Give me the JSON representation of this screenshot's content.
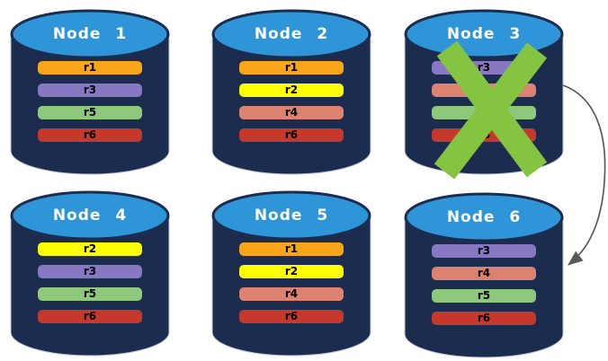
{
  "canvas": {
    "background": "#FFFFFF"
  },
  "colors": {
    "cylinder_body": "#1C2C4F",
    "cylinder_top": "#2E96D8",
    "cylinder_outline": "#C2C8D2",
    "node_title": "#FFFFFF",
    "bar_text": "#000000",
    "failure_x": "#85C440",
    "arrow": "#595959"
  },
  "replica_palette": {
    "r1": "#F9A51A",
    "r2": "#FFFF00",
    "r3": "#8878C3",
    "r4": "#DD8170",
    "r5": "#8EC87D",
    "r6": "#C4392B"
  },
  "nodes": [
    {
      "id": "node-1",
      "label": "Node 1",
      "failed": false,
      "replicas": [
        {
          "name": "r1",
          "color": "#F9A51A"
        },
        {
          "name": "r3",
          "color": "#8878C3"
        },
        {
          "name": "r5",
          "color": "#8EC87D"
        },
        {
          "name": "r6",
          "color": "#C4392B"
        }
      ]
    },
    {
      "id": "node-2",
      "label": "Node 2",
      "failed": false,
      "replicas": [
        {
          "name": "r1",
          "color": "#F9A51A"
        },
        {
          "name": "r2",
          "color": "#FFFF00"
        },
        {
          "name": "r4",
          "color": "#DD8170"
        },
        {
          "name": "r6",
          "color": "#C4392B"
        }
      ]
    },
    {
      "id": "node-3",
      "label": "Node 3",
      "failed": true,
      "replicas": [
        {
          "name": "r3",
          "color": "#8878C3"
        },
        {
          "name": "r4",
          "color": "#DD8170"
        },
        {
          "name": "r5",
          "color": "#8EC87D"
        },
        {
          "name": "r6",
          "color": "#C4392B"
        }
      ]
    },
    {
      "id": "node-4",
      "label": "Node 4",
      "failed": false,
      "replicas": [
        {
          "name": "r2",
          "color": "#FFFF00"
        },
        {
          "name": "r3",
          "color": "#8878C3"
        },
        {
          "name": "r5",
          "color": "#8EC87D"
        },
        {
          "name": "r6",
          "color": "#C4392B"
        }
      ]
    },
    {
      "id": "node-5",
      "label": "Node 5",
      "failed": false,
      "replicas": [
        {
          "name": "r1",
          "color": "#F9A51A"
        },
        {
          "name": "r2",
          "color": "#FFFF00"
        },
        {
          "name": "r4",
          "color": "#DD8170"
        },
        {
          "name": "r6",
          "color": "#C4392B"
        }
      ]
    },
    {
      "id": "node-6",
      "label": "Node 6",
      "failed": false,
      "replicas": [
        {
          "name": "r3",
          "color": "#8878C3"
        },
        {
          "name": "r4",
          "color": "#DD8170"
        },
        {
          "name": "r5",
          "color": "#8EC87D"
        },
        {
          "name": "r6",
          "color": "#C4392B"
        }
      ]
    }
  ],
  "annotations": {
    "failure_x": {
      "icon": "failure-x-icon",
      "on_node": "Node 3"
    },
    "arrow": {
      "icon": "curved-arrow-icon",
      "from": "Node 3",
      "to": "Node 6"
    }
  }
}
